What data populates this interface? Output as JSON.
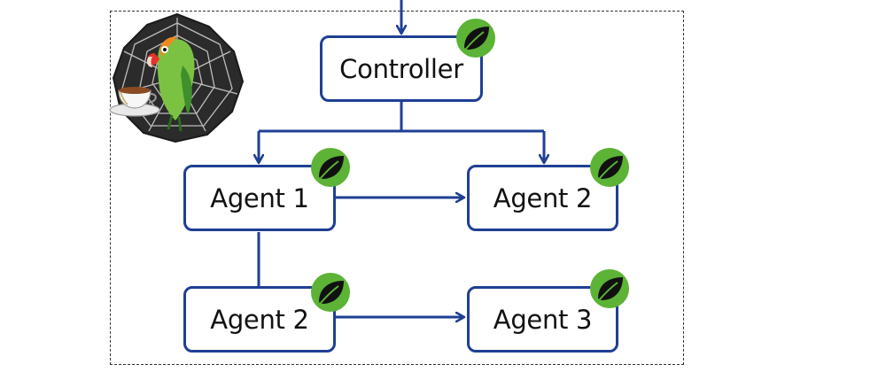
{
  "diagram": {
    "nodes": [
      {
        "id": "controller",
        "label": "Controller"
      },
      {
        "id": "agent1",
        "label": "Agent 1"
      },
      {
        "id": "agent2-top",
        "label": "Agent 2"
      },
      {
        "id": "agent2-bottom",
        "label": "Agent 2"
      },
      {
        "id": "agent3",
        "label": "Agent 3"
      }
    ],
    "edges": [
      {
        "from": "external",
        "to": "controller"
      },
      {
        "from": "controller",
        "to": "agent1"
      },
      {
        "from": "controller",
        "to": "agent2-top"
      },
      {
        "from": "agent1",
        "to": "agent2-top"
      },
      {
        "from": "agent1",
        "to": "agent2-bottom"
      },
      {
        "from": "agent2-bottom",
        "to": "agent3"
      }
    ],
    "badge_icon": "spring-leaf-icon",
    "logo_icon": "parrot-teacup-spiderweb-logo",
    "colors": {
      "node_border": "#1f3f94",
      "connector": "#1f3f94",
      "badge": "#5cb336",
      "frame_border": "#333333"
    }
  }
}
